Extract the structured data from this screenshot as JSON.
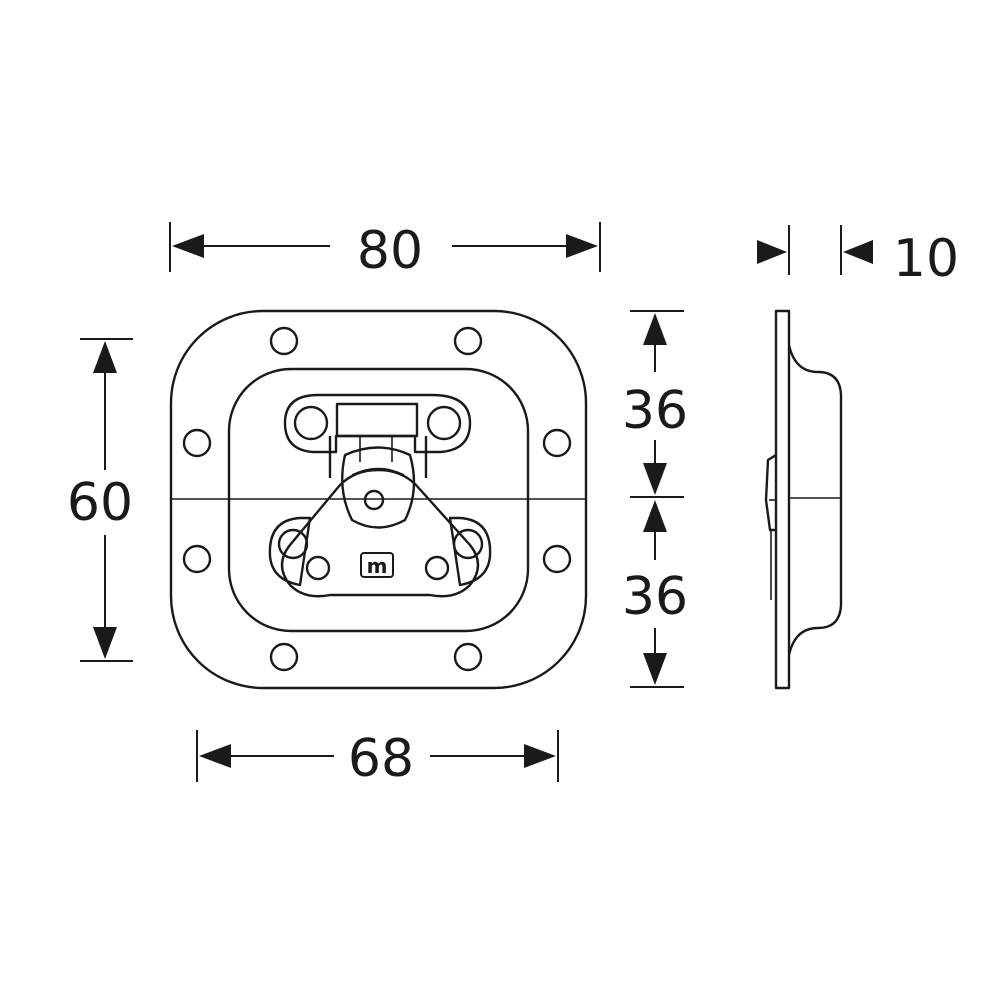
{
  "dimensions": {
    "overall_width": "80",
    "overall_height": "60",
    "recess_width": "68",
    "upper_half_height": "36",
    "lower_half_height": "36",
    "depth": "10"
  },
  "colors": {
    "line": "#1a1a1a",
    "background": "#ffffff"
  },
  "logo_text": "m"
}
